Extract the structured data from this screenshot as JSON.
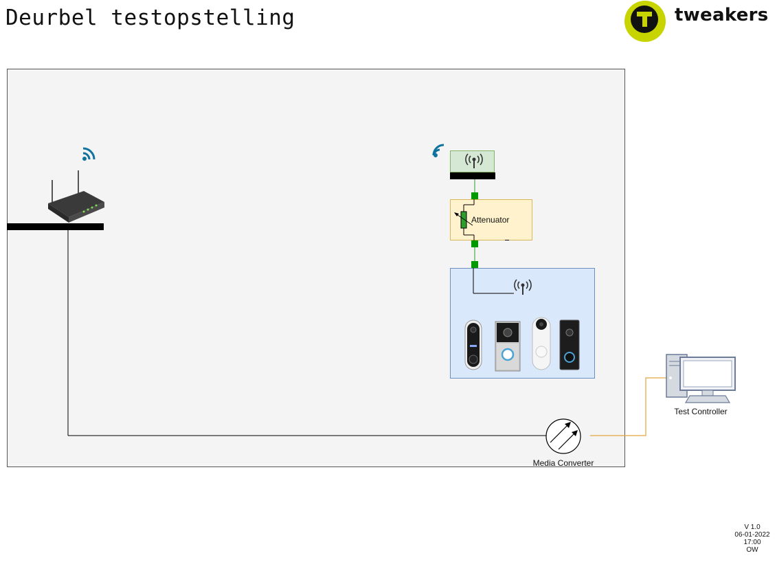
{
  "header": {
    "title": "Deurbel testopstelling",
    "logo_text": "tweakers",
    "logo_color": "#c8d400"
  },
  "diagram": {
    "attenuator_label": "Attenuator",
    "test_controller_label": "Test Controller",
    "media_converter_label": "Media Converter",
    "icons": {
      "router": "router-icon",
      "router_wifi": "wifi-icon",
      "antenna_wifi": "wifi-icon",
      "antenna": "antenna-icon",
      "doorbell_antenna": "antenna-icon",
      "media_converter": "media-converter-icon",
      "test_controller": "computer-icon"
    },
    "colors": {
      "lab_background": "#f4f4f4",
      "antenna_box": "#d5e8d4",
      "attenuator_box": "#fff2cc",
      "doorbell_box": "#dae8fc",
      "wifi_icon": "#10739e",
      "rf_connector": "#009900",
      "fiber_line": "#e3a33c"
    }
  },
  "footer": {
    "version": "V 1.0",
    "date": "06-01-2022",
    "time": "17:00",
    "author": "OW"
  }
}
